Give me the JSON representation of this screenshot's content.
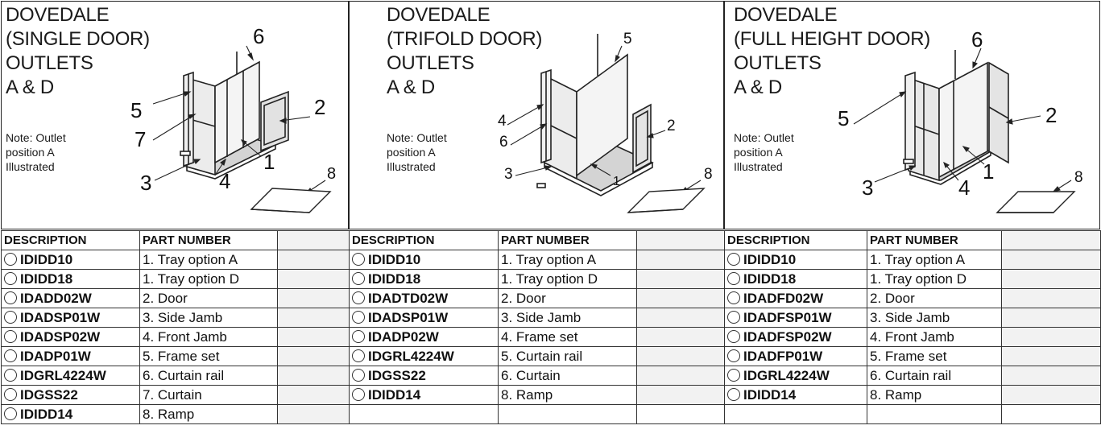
{
  "panels": [
    {
      "title_lines": [
        "DOVEDALE",
        "(SINGLE DOOR)",
        "OUTLETS",
        "A & D"
      ],
      "note_lines": [
        "Note: Outlet",
        "position A",
        "Illustrated"
      ],
      "callouts": [
        "6",
        "5",
        "7",
        "2",
        "1",
        "3",
        "4",
        "8"
      ]
    },
    {
      "title_lines": [
        "DOVEDALE",
        "(TRIFOLD DOOR)",
        "OUTLETS",
        "A & D"
      ],
      "note_lines": [
        "Note: Outlet",
        "position A",
        "Illustrated"
      ],
      "callouts": [
        "5",
        "4",
        "6",
        "2",
        "3",
        "1",
        "8"
      ]
    },
    {
      "title_lines": [
        "DOVEDALE",
        "(FULL HEIGHT DOOR)",
        "OUTLETS",
        "A & D"
      ],
      "note_lines": [
        "Note: Outlet",
        "position A",
        "Illustrated"
      ],
      "callouts": [
        "6",
        "5",
        "2",
        "1",
        "3",
        "4",
        "8"
      ]
    }
  ],
  "tables": [
    {
      "headers": [
        "DESCRIPTION",
        "PART NUMBER"
      ],
      "rows": [
        {
          "code": "IDIDD10",
          "part": "1. Tray option A"
        },
        {
          "code": "IDIDD18",
          "part": "1. Tray option D"
        },
        {
          "code": "IDADD02W",
          "part": "2. Door"
        },
        {
          "code": "IDADSP01W",
          "part": "3. Side Jamb"
        },
        {
          "code": "IDADSP02W",
          "part": "4. Front Jamb"
        },
        {
          "code": "IDADP01W",
          "part": "5. Frame set"
        },
        {
          "code": "IDGRL4224W",
          "part": "6. Curtain rail"
        },
        {
          "code": "IDGSS22",
          "part": "7. Curtain"
        },
        {
          "code": "IDIDD14",
          "part": "8. Ramp"
        }
      ]
    },
    {
      "headers": [
        "DESCRIPTION",
        "PART NUMBER"
      ],
      "rows": [
        {
          "code": "IDIDD10",
          "part": "1. Tray option A"
        },
        {
          "code": "IDIDD18",
          "part": "1. Tray option D"
        },
        {
          "code": "IDADTD02W",
          "part": "2. Door"
        },
        {
          "code": "IDADSP01W",
          "part": "3. Side Jamb"
        },
        {
          "code": "IDADP02W",
          "part": "4. Frame set"
        },
        {
          "code": "IDGRL4224W",
          "part": "5. Curtain rail"
        },
        {
          "code": "IDGSS22",
          "part": "6. Curtain"
        },
        {
          "code": "IDIDD14",
          "part": "8. Ramp"
        }
      ]
    },
    {
      "headers": [
        "DESCRIPTION",
        "PART NUMBER"
      ],
      "rows": [
        {
          "code": "IDIDD10",
          "part": "1. Tray option A"
        },
        {
          "code": "IDIDD18",
          "part": "1. Tray option D"
        },
        {
          "code": "IDADFD02W",
          "part": "2. Door"
        },
        {
          "code": "IDADFSP01W",
          "part": "3. Side Jamb"
        },
        {
          "code": "IDADFSP02W",
          "part": "4. Front Jamb"
        },
        {
          "code": "IDADFP01W",
          "part": "5. Frame set"
        },
        {
          "code": "IDGRL4224W",
          "part": "6. Curtain rail"
        },
        {
          "code": "IDIDD14",
          "part": "8. Ramp"
        }
      ]
    }
  ],
  "colors": {
    "border": "#222222",
    "glass": "#e6e6e6",
    "tray": "#d4d4d4",
    "ink": "#111111"
  }
}
